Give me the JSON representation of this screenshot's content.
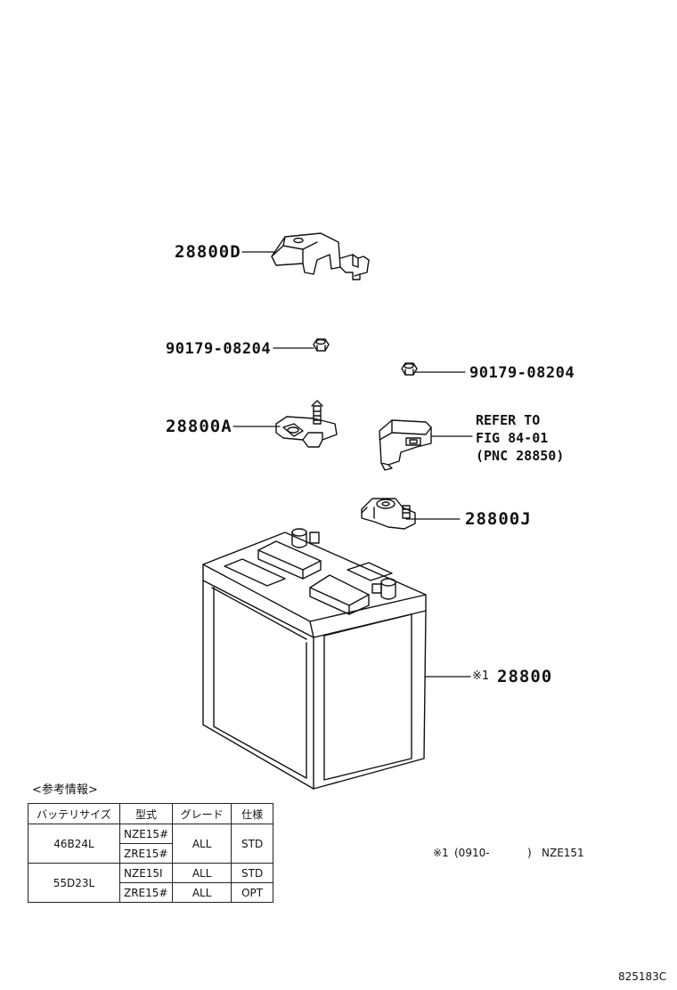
{
  "callouts": {
    "bracket": "28800D",
    "nut_left": "90179-08204",
    "nut_right": "90179-08204",
    "terminal_a": "28800A",
    "terminal_j": "28800J",
    "battery_mark": "※1",
    "battery": "28800"
  },
  "refer": {
    "line1": "REFER TO",
    "line2": "FIG 84-01",
    "line3": "(PNC 28850)"
  },
  "note": {
    "mark": "※1",
    "range": "(0910-",
    "close": ")",
    "model": "NZE151"
  },
  "info": {
    "title": "<参考情報>",
    "headers": [
      "バッテリサイズ",
      "型式",
      "グレード",
      "仕様"
    ],
    "groups": [
      {
        "size": "46B24L",
        "rows": [
          {
            "type": "NZE15#",
            "grade": "ALL",
            "spec": "STD"
          },
          {
            "type": "ZRE15#",
            "grade": "",
            "spec": ""
          }
        ]
      },
      {
        "size": "55D23L",
        "rows": [
          {
            "type": "NZE15I",
            "grade": "ALL",
            "spec": "STD"
          },
          {
            "type": "ZRE15#",
            "grade": "ALL",
            "spec": "OPT"
          }
        ]
      }
    ]
  },
  "drawing_code": "825183C"
}
